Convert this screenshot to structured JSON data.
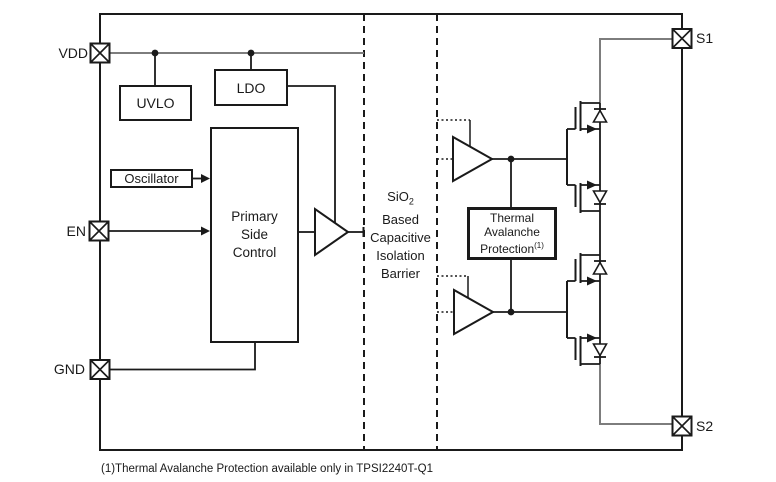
{
  "diagram": {
    "pins": {
      "vdd": "VDD",
      "en": "EN",
      "gnd": "GND",
      "s1": "S1",
      "s2": "S2"
    },
    "blocks": {
      "uvlo": "UVLO",
      "ldo": "LDO",
      "oscillator": "Oscillator",
      "psc": {
        "line1": "Primary",
        "line2": "Side",
        "line3": "Control"
      },
      "tap": {
        "line1": "Thermal",
        "line2": "Avalanche",
        "line3": "Protection",
        "sup": "(1)"
      },
      "barrier": {
        "l1main": "SiO",
        "l1sub": "2",
        "l2": "Based",
        "l3": "Capacitive",
        "l4": "Isolation",
        "l5": "Barrier"
      }
    },
    "footnote": "(1)Thermal Avalanche Protection available only in TPSI2240T-Q1",
    "colors": {
      "line": "#1a1a1a",
      "wire_gray": "#7d7d7d",
      "background": "#ffffff"
    }
  }
}
